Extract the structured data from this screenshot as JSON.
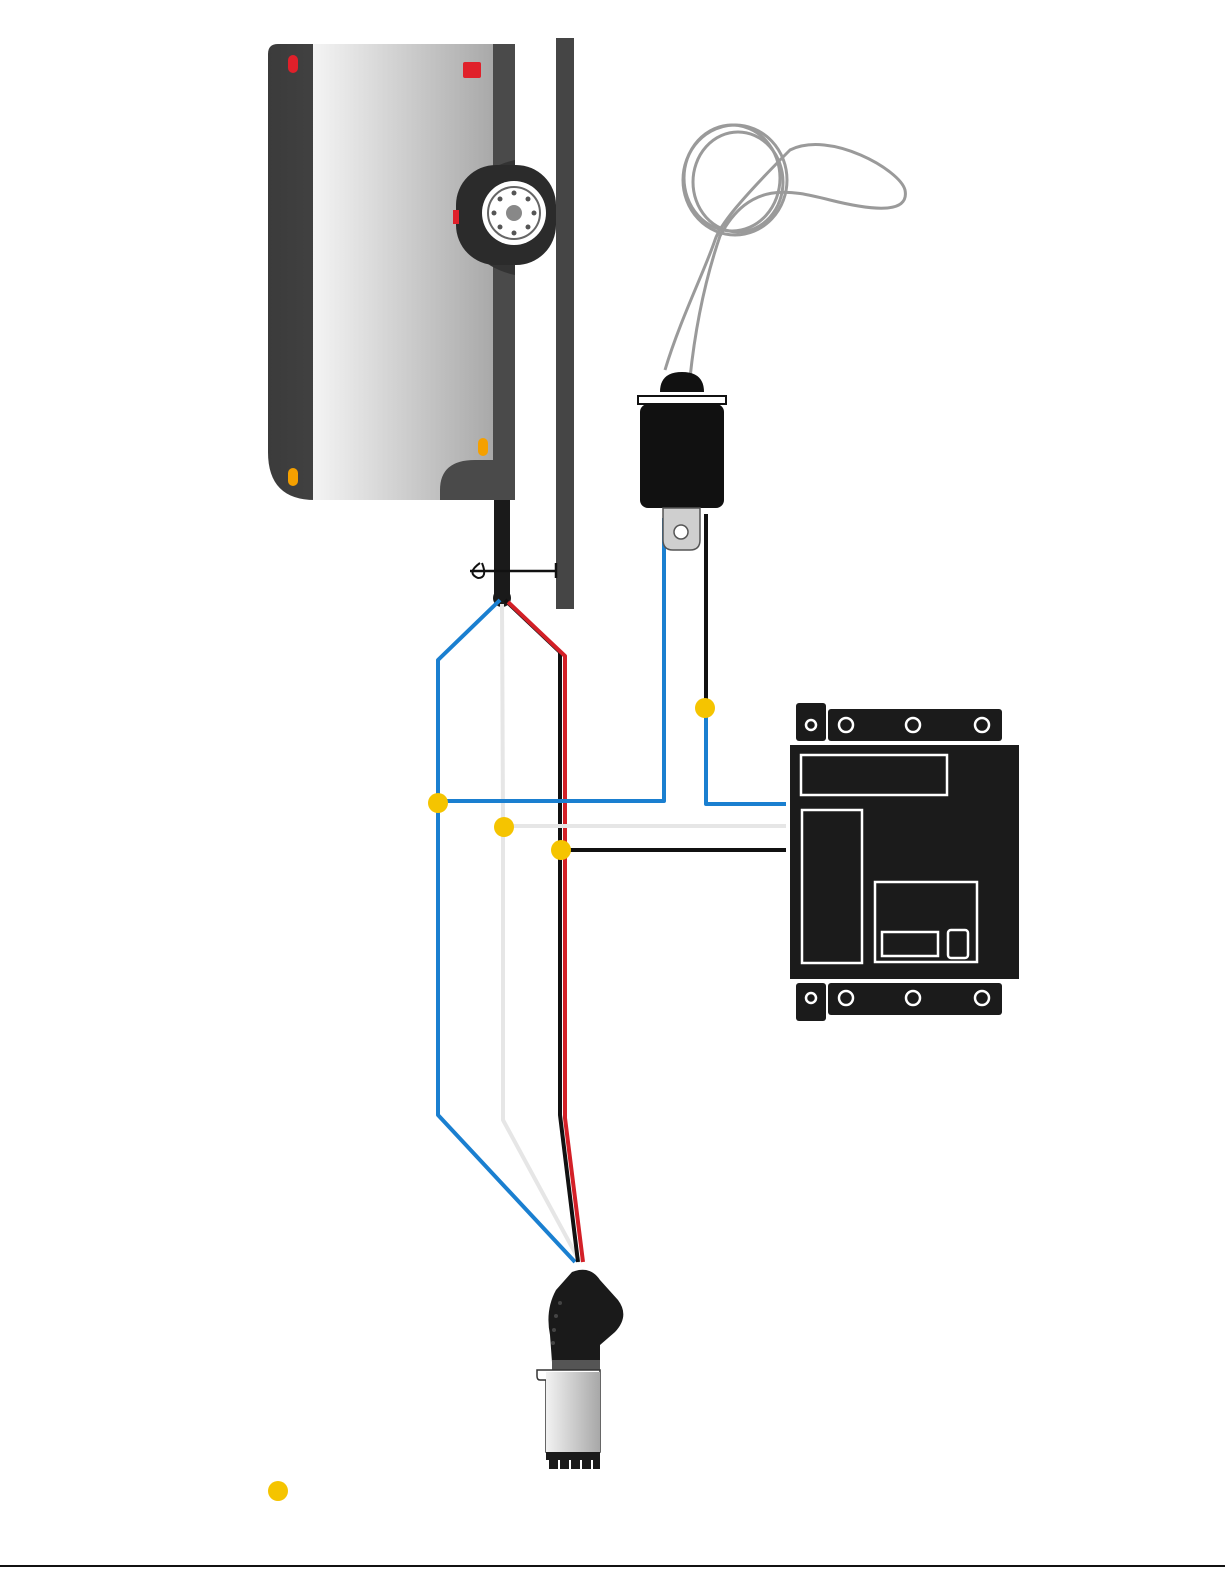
{
  "diagram": {
    "components": [
      {
        "id": "trailer",
        "icon": "trailer-icon"
      },
      {
        "id": "breakaway-switch",
        "icon": "breakaway-switch-icon"
      },
      {
        "id": "breakaway-battery-box",
        "icon": "battery-box-icon"
      },
      {
        "id": "plug-connector",
        "icon": "plug-connector-icon"
      }
    ],
    "colors": {
      "wire_blue": "#1a7fd0",
      "wire_white": "#e8e8e8",
      "wire_black": "#111111",
      "wire_red": "#d32027",
      "splice": "#f5c400",
      "trailer_body": "#3a3a3a",
      "trailer_panel": "#d9d9d9",
      "lamp_red": "#e0202a",
      "lamp_amber": "#f5a000"
    }
  }
}
